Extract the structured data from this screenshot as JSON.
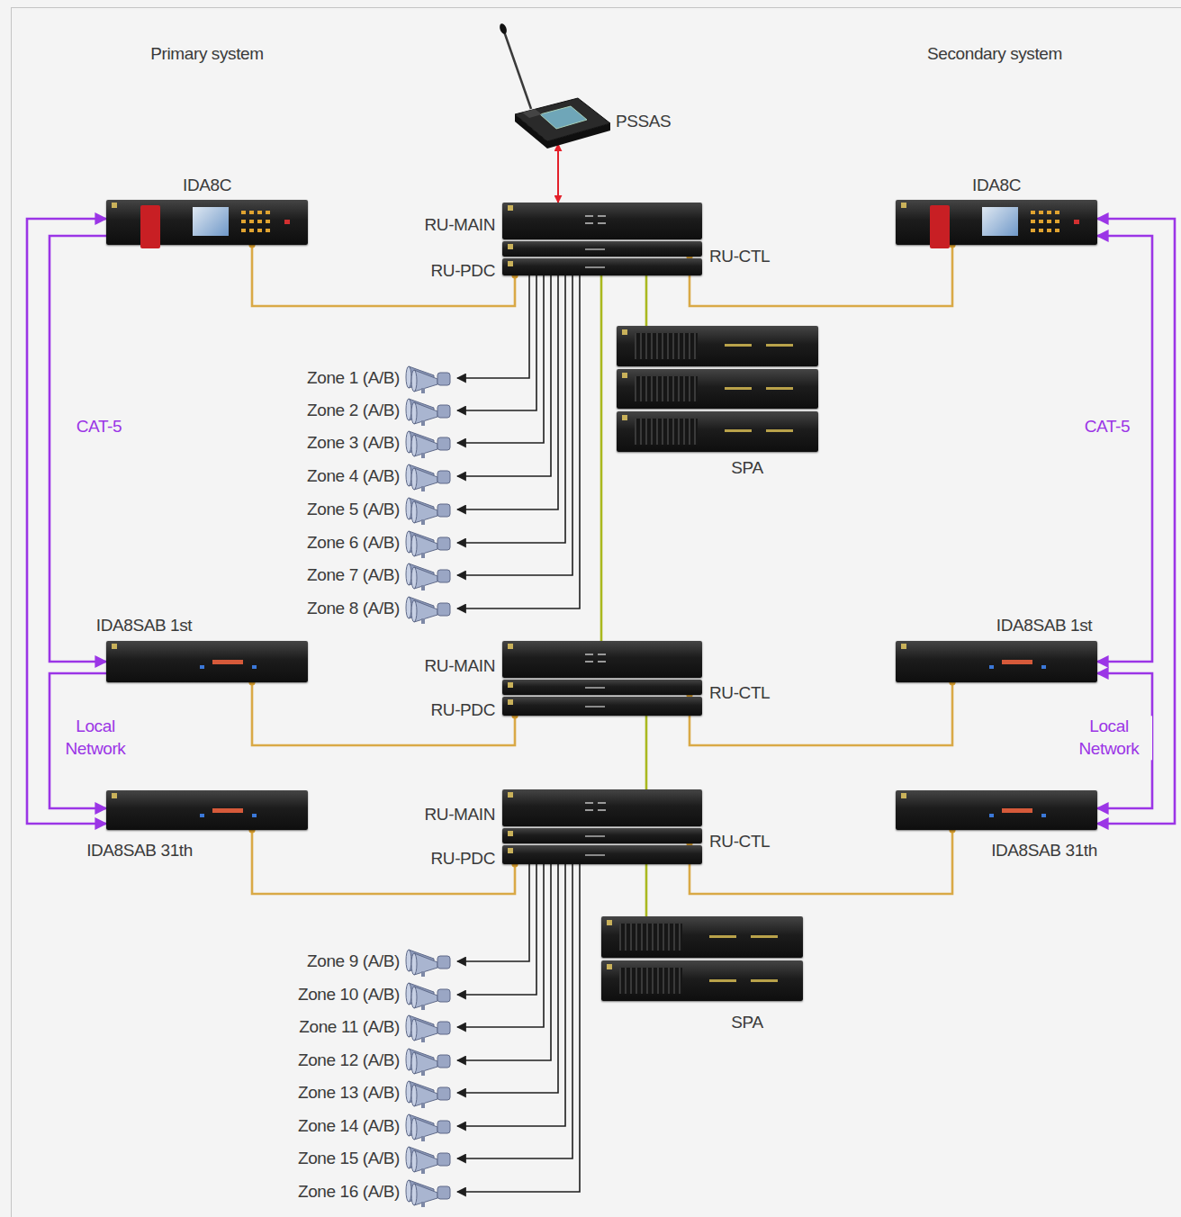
{
  "diagram": {
    "nodes": [
      {
        "text": [
          "PSSAS"
        ]
      },
      {
        "text": [
          "IDA8C"
        ]
      },
      {
        "text": [
          "RU-MAIN"
        ]
      },
      {
        "text": [
          "RU-CTL"
        ]
      },
      {
        "text": [
          "RU-PDC"
        ]
      },
      {
        "text": [
          "IDA8C"
        ]
      },
      {
        "text": [
          "SPA"
        ]
      },
      {
        "text": [
          "Zone 1 (A/B)"
        ]
      },
      {
        "text": [
          "Zone 2 (A/B)"
        ]
      },
      {
        "text": [
          "Zone 3 (A/B)"
        ]
      },
      {
        "text": [
          "Zone 4 (A/B)"
        ]
      },
      {
        "text": [
          "Zone 5 (A/B)"
        ]
      },
      {
        "text": [
          "Zone 6 (A/B)"
        ]
      },
      {
        "text": [
          "Zone 7 (A/B)"
        ]
      },
      {
        "text": [
          "Zone 8 (A/B)"
        ]
      },
      {
        "text": [
          "IDA8SAB 1st"
        ]
      },
      {
        "text": [
          "RU-MAIN"
        ]
      },
      {
        "text": [
          "RU-CTL"
        ]
      },
      {
        "text": [
          "RU-PDC"
        ]
      },
      {
        "text": [
          "IDA8SAB 1st"
        ]
      },
      {
        "text": [
          "IDA8SAB 31th"
        ]
      },
      {
        "text": [
          "RU-MAIN"
        ]
      },
      {
        "text": [
          "RU-CTL"
        ]
      },
      {
        "text": [
          "RU-PDC"
        ]
      },
      {
        "text": [
          "IDA8SAB 31th"
        ]
      },
      {
        "text": [
          "SPA"
        ]
      },
      {
        "text": [
          "Zone 9 (A/B)"
        ]
      },
      {
        "text": [
          "Zone 10 (A/B)"
        ]
      },
      {
        "text": [
          "Zone 11 (A/B)"
        ]
      },
      {
        "text": [
          "Zone 12 (A/B)"
        ]
      },
      {
        "text": [
          "Zone 13 (A/B)"
        ]
      },
      {
        "text": [
          "Zone 14 (A/B)"
        ]
      },
      {
        "text": [
          "Zone 15 (A/B)"
        ]
      },
      {
        "text": [
          "Zone 16 (A/B)"
        ]
      }
    ],
    "edges": [
      {
        "from": 0,
        "to": 2,
        "arrow": "both"
      },
      {
        "from": 1,
        "to": 4,
        "arrow": "none"
      },
      {
        "from": 5,
        "to": 3,
        "arrow": "none"
      },
      {
        "from": 4,
        "to": 7,
        "arrow": "to"
      },
      {
        "from": 4,
        "to": 8,
        "arrow": "to"
      },
      {
        "from": 4,
        "to": 9,
        "arrow": "to"
      },
      {
        "from": 4,
        "to": 10,
        "arrow": "to"
      },
      {
        "from": 4,
        "to": 11,
        "arrow": "to"
      },
      {
        "from": 4,
        "to": 12,
        "arrow": "to"
      },
      {
        "from": 4,
        "to": 13,
        "arrow": "to"
      },
      {
        "from": 4,
        "to": 14,
        "arrow": "to"
      },
      {
        "from": 4,
        "to": 6,
        "arrow": "none"
      },
      {
        "from": 4,
        "to": 16,
        "arrow": "none"
      },
      {
        "from": 15,
        "to": 18,
        "arrow": "none"
      },
      {
        "from": 19,
        "to": 17,
        "arrow": "none"
      },
      {
        "from": 18,
        "to": 21,
        "arrow": "none"
      },
      {
        "from": 20,
        "to": 23,
        "arrow": "none"
      },
      {
        "from": 24,
        "to": 22,
        "arrow": "none"
      },
      {
        "from": 23,
        "to": 25,
        "arrow": "none"
      },
      {
        "from": 23,
        "to": 26,
        "arrow": "to"
      },
      {
        "from": 23,
        "to": 27,
        "arrow": "to"
      },
      {
        "from": 23,
        "to": 28,
        "arrow": "to"
      },
      {
        "from": 23,
        "to": 29,
        "arrow": "to"
      },
      {
        "from": 23,
        "to": 30,
        "arrow": "to"
      },
      {
        "from": 23,
        "to": 31,
        "arrow": "to"
      },
      {
        "from": 23,
        "to": 32,
        "arrow": "to"
      },
      {
        "from": 23,
        "to": 33,
        "arrow": "to"
      },
      {
        "from": 1,
        "to": 15,
        "arrow": "to",
        "label": "CAT-5"
      },
      {
        "from": 1,
        "to": 20,
        "arrow": "both"
      },
      {
        "from": 15,
        "to": 20,
        "arrow": "to",
        "label": "Local Network"
      },
      {
        "from": 5,
        "to": 19,
        "arrow": "both",
        "label": "CAT-5"
      },
      {
        "from": 5,
        "to": 24,
        "arrow": "both"
      },
      {
        "from": 19,
        "to": 24,
        "arrow": "both",
        "label": "Local Network"
      }
    ],
    "labels": [
      "Primary system",
      "Secondary system"
    ]
  }
}
